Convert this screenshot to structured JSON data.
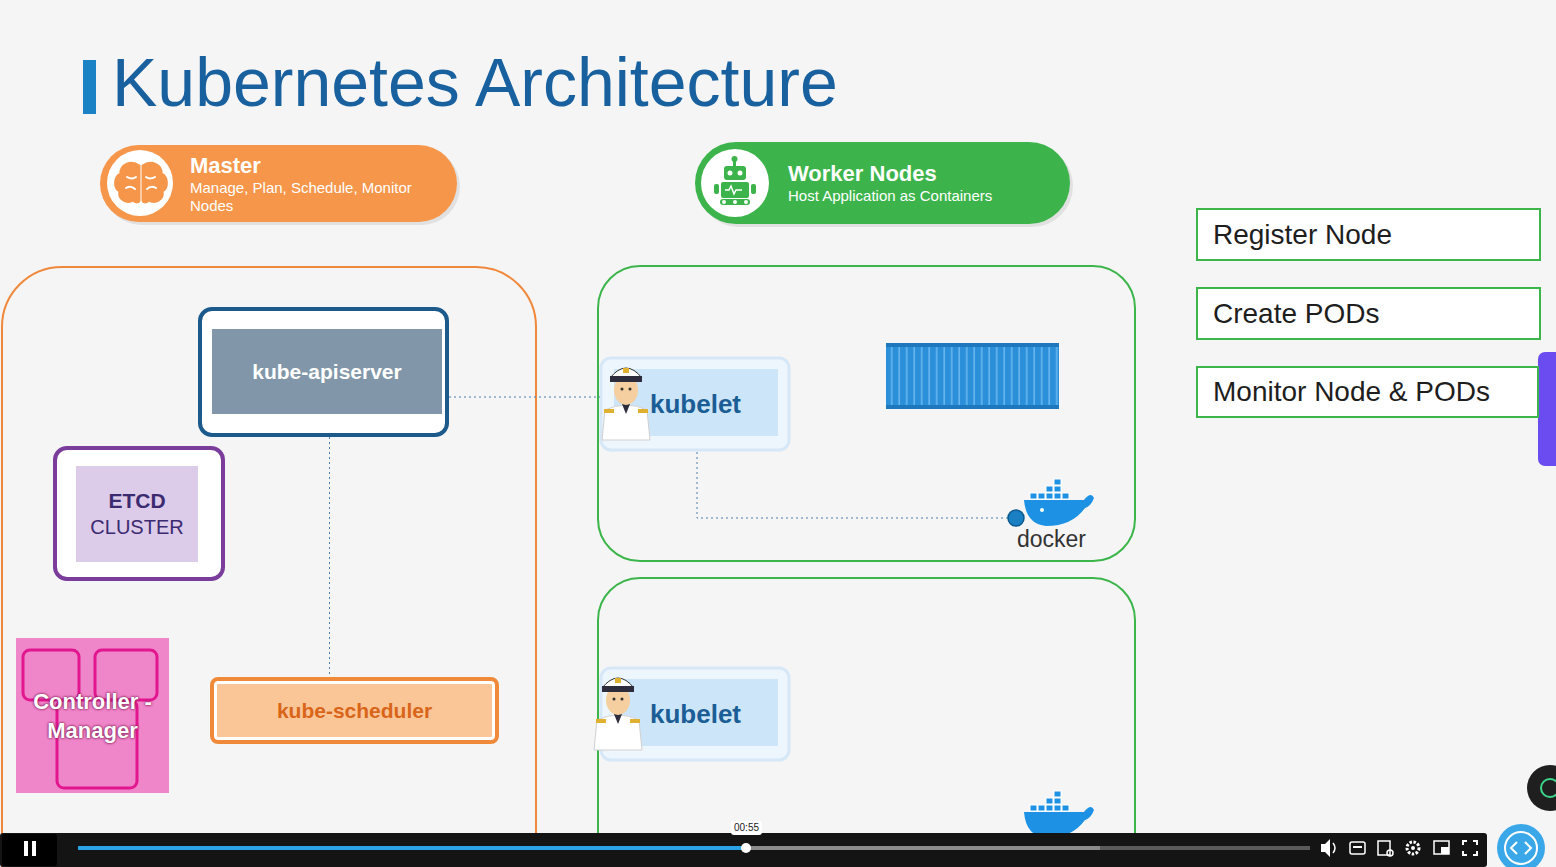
{
  "diagram": {
    "title": "Kubernetes Architecture",
    "nodes": [
      {
        "text": [
          "Master",
          "Manage, Plan, Schedule, Monitor Nodes"
        ]
      },
      {
        "text": [
          "Worker Nodes",
          "Host Application as Containers"
        ]
      },
      {
        "text": [
          "kube-apiserver"
        ]
      },
      {
        "text": [
          "ETCD",
          "CLUSTER"
        ]
      },
      {
        "text": [
          "Controller -Manager"
        ]
      },
      {
        "text": [
          "kube-scheduler"
        ]
      },
      {
        "text": [
          "kubelet"
        ]
      },
      {
        "text": [
          "kubelet"
        ]
      },
      {
        "text": [
          "Register Node"
        ]
      },
      {
        "text": [
          "Create PODs"
        ]
      },
      {
        "text": [
          "Monitor Node & PODs"
        ]
      }
    ],
    "edges": [
      {
        "from": 2,
        "to": 6,
        "arrow": "none"
      },
      {
        "from": 2,
        "to": 5,
        "arrow": "none"
      }
    ],
    "labels": [
      "docker",
      "00:55"
    ]
  }
}
